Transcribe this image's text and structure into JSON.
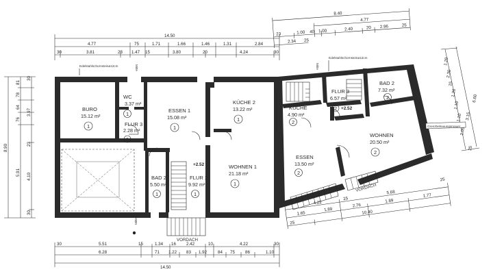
{
  "plan": {
    "chimney_note": "Edelstahlschornsteinø12cm",
    "mitte_mark": "Mitte",
    "porch_label": "VORDACH",
    "wall_note": "Grenzbebauungsmauer",
    "rooms": [
      {
        "id": "buero",
        "name": "BURO",
        "area": "15.12 m²",
        "unit": "1"
      },
      {
        "id": "wc",
        "name": "WC",
        "area": "3.37 m²",
        "unit": "1"
      },
      {
        "id": "flur3-left",
        "name": "FLUR 3",
        "area": "2.28 m²",
        "unit": "1"
      },
      {
        "id": "essen1",
        "name": "ESSEN 1",
        "area": "15.08 m²",
        "unit": "1"
      },
      {
        "id": "kueche2-left",
        "name": "KÜCHE 2",
        "area": "13.22 m²",
        "unit": "1"
      },
      {
        "id": "wohnen1",
        "name": "WOHNEN 1",
        "area": "21.18 m²",
        "unit": "1"
      },
      {
        "id": "bad2-left",
        "name": "BAD 2",
        "area": "5.50 m²",
        "unit": "1"
      },
      {
        "id": "flur2",
        "name": "FLUR 2",
        "area": "9.92 m²",
        "unit": "1"
      },
      {
        "id": "kueche-right",
        "name": "KÜCHE",
        "area": "4.90 m²",
        "unit": "2"
      },
      {
        "id": "flur3-right",
        "name": "FLUR 3",
        "area": "6.57 m²",
        "unit": "2"
      },
      {
        "id": "bad2-right",
        "name": "BAD 2",
        "area": "7.32 m²",
        "unit": "2"
      },
      {
        "id": "essen-right",
        "name": "ESSEN",
        "area": "13.50 m²",
        "unit": "2"
      },
      {
        "id": "wohnen-right",
        "name": "WOHNEN",
        "area": "20.50 m²",
        "unit": "2"
      }
    ],
    "levels": [
      "+2.52",
      "+2.52"
    ],
    "dims": {
      "top_total": "14.50",
      "top_row1": [
        "4.77",
        "75",
        "1.71",
        "1.66",
        "1.46",
        "1.31",
        "2.84"
      ],
      "top_row2": [
        "30",
        "3.81",
        "23",
        "1.47",
        "15",
        "3.80",
        "20",
        "4.24",
        "30"
      ],
      "top_right_total": "8.40",
      "top_right_row1": [
        "4.77"
      ],
      "top_right_row2": [
        "23",
        "1.00",
        "40",
        "1.00",
        "2.40",
        "20",
        "2.96",
        "25"
      ],
      "top_right_row3": [
        "2.34",
        "25"
      ],
      "bottom_row1": [
        "30",
        "5.51",
        "15",
        "1.34",
        "16",
        "2.42",
        "10",
        "4.22",
        "30"
      ],
      "bottom_row2": [
        "6.28",
        "71",
        "1.22",
        "83",
        "1.92",
        "84",
        "75",
        "86",
        "1.10"
      ],
      "bottom_total": "14.50",
      "left_total": "8.90",
      "left_row_a": [
        "30",
        "3.97",
        "23",
        "4.10",
        "30"
      ],
      "left_row_b": [
        "81",
        "78",
        "64",
        "76",
        "5.91"
      ],
      "right_total": "6.60",
      "right_row_a": [
        "1.20",
        "2.30",
        "15",
        "1.26",
        "1.10",
        "1.10",
        "2.05"
      ],
      "right_extra": [
        "3.15",
        "25"
      ],
      "lower_right_total": "10.40",
      "lower_right_row1": [
        "4.22",
        "25",
        "5.68"
      ],
      "lower_right_row2": [
        "1.65",
        "1.89",
        "2.76",
        "1.89",
        "1.77"
      ],
      "lower_right_extra": [
        "25",
        "25"
      ]
    }
  }
}
